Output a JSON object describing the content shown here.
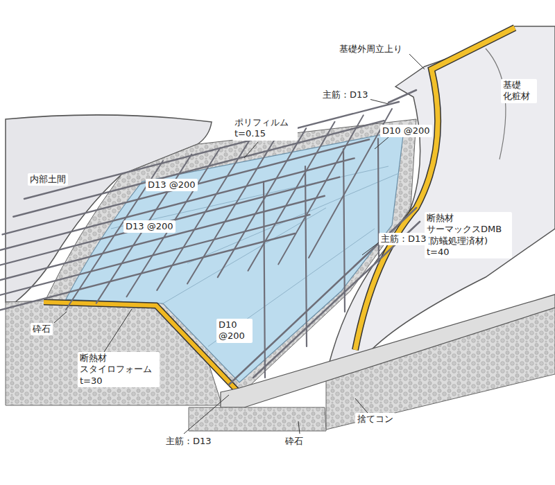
{
  "diagram": {
    "labels": [
      "内部土間",
      "ポリフィルム t=0.15",
      "D13 @200",
      "D13 @200",
      "主筋：D13",
      "D10 @200",
      "基礎外周立上り",
      "基礎 化粧材",
      "断熱材 サーマックスDMB (防蟻処理済材) t=40",
      "主筋：D13",
      "D10 @200",
      "砕石",
      "断熱材 スタイロフォーム t=30",
      "主筋：D13",
      "砕石",
      "捨てコン"
    ]
  }
}
